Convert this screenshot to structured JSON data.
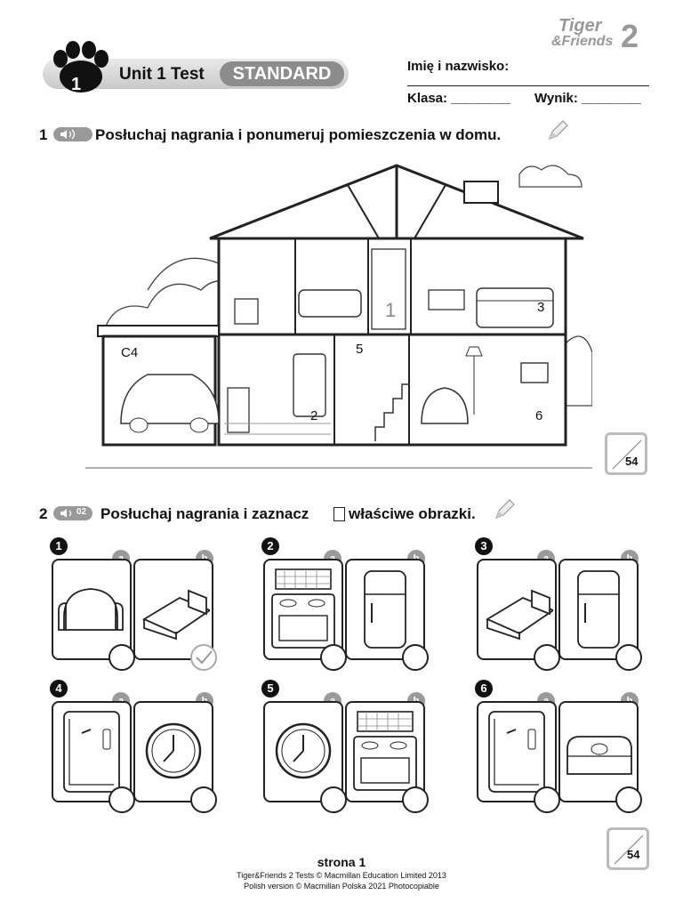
{
  "header": {
    "unit_number": "1",
    "unit_title": "Unit 1 Test",
    "level": "STANDARD",
    "name_label": "Imię i nazwisko:",
    "class_label": "Klasa: ________",
    "score_label": "Wynik: ________",
    "logo_line1": "Tiger",
    "logo_line2": "&Friends",
    "logo_number": "2"
  },
  "task1": {
    "number": "1",
    "instruction": "Posłuchaj nagrania i ponumeruj pomieszczenia w domu.",
    "room_labels": [
      "C4",
      "5",
      "3",
      "2",
      "6",
      "1"
    ],
    "page_number": "54"
  },
  "task2": {
    "number": "2",
    "track": "02",
    "instruction_pre": "Posłuchaj nagrania i zaznacz",
    "instruction_post": "właściwe obrazki.",
    "options": [
      "a",
      "b"
    ],
    "items": [
      {
        "number": "1",
        "images": [
          "armchair-icon",
          "bed-icon"
        ],
        "checked": "b"
      },
      {
        "number": "2",
        "images": [
          "cooker-icon",
          "fridge-icon"
        ],
        "checked": ""
      },
      {
        "number": "3",
        "images": [
          "bed-icon",
          "fridge-icon"
        ],
        "checked": ""
      },
      {
        "number": "4",
        "images": [
          "shower-icon",
          "clock-icon"
        ],
        "checked": ""
      },
      {
        "number": "5",
        "images": [
          "clock-icon",
          "cooker-icon"
        ],
        "checked": ""
      },
      {
        "number": "6",
        "images": [
          "shower-icon",
          "sofa-icon"
        ],
        "checked": ""
      }
    ],
    "page_number": "54"
  },
  "footer": {
    "page": "strona 1",
    "copyright1": "Tiger&Friends 2 Tests © Macmillan Education Limited 2013",
    "copyright2": "Polish version © Macmillan Polska 2021 Photocopiable"
  }
}
